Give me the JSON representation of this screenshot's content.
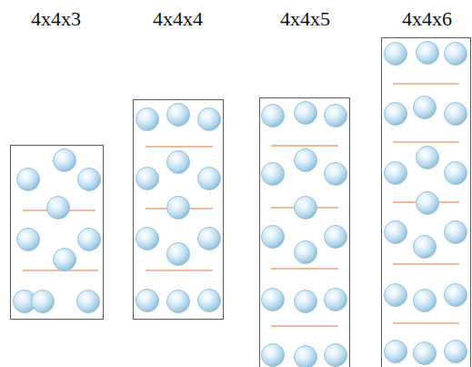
{
  "diagram": {
    "nodes": [
      {
        "text": [
          "4x4x3"
        ]
      },
      {
        "text": [
          "4x4x4"
        ]
      },
      {
        "text": [
          "4x4x5"
        ]
      },
      {
        "text": [
          "4x4x6"
        ]
      }
    ]
  }
}
